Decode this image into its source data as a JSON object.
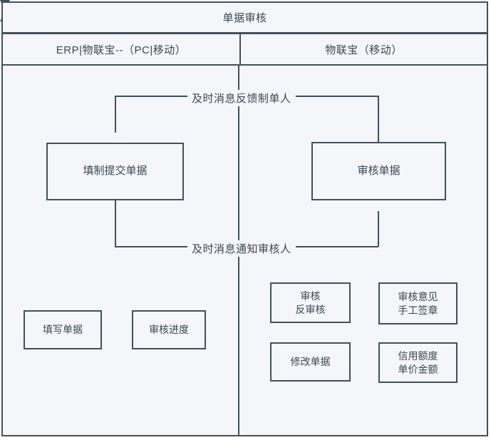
{
  "diagram": {
    "title": "单据审核",
    "lanes": [
      {
        "id": "lane-erp-pc",
        "label": "ERP|物联宝--（PC|移动）"
      },
      {
        "id": "lane-wlb-mobile",
        "label": "物联宝（移动）"
      }
    ],
    "nodes": {
      "fill_submit": "填制提交单据",
      "review_doc": "审核单据",
      "write_doc": "填写单据",
      "review_progress": "审核进度",
      "review_unreview": "审核\n反审核",
      "review_unreview_line1": "审核",
      "review_unreview_line2": "反审核",
      "opinion_sign_line1": "审核意见",
      "opinion_sign_line2": "手工签章",
      "modify_doc": "修改单据",
      "credit_price_line1": "信用额度",
      "credit_price_line2": "单价金额"
    },
    "edges": {
      "feedback_label": "及时消息反馈制单人",
      "notify_label": "及时消息通知审核人"
    },
    "colors": {
      "stroke": "#41505e",
      "fill": "#f4f6fa",
      "text": "#3a4754",
      "page_background": "#ffffff"
    }
  }
}
